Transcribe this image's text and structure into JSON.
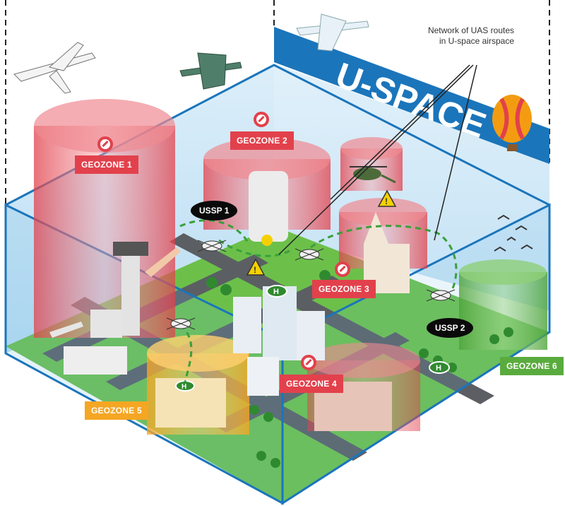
{
  "banner": {
    "text": "U-SPACE"
  },
  "callout": {
    "text": "Network of UAS routes in U-space airspace"
  },
  "geozones": {
    "geozone_1": "GEOZONE 1",
    "geozone_2": "GEOZONE 2",
    "geozone_3": "GEOZONE 3",
    "geozone_4": "GEOZONE 4",
    "geozone_5": "GEOZONE 5",
    "geozone_6": "GEOZONE 6"
  },
  "ussp": {
    "ussp_1": "USSP 1",
    "ussp_2": "USSP 2"
  },
  "icons": {
    "no_entry": "no-entry-icon",
    "warning": "warning-icon",
    "helipad": "helipad-icon",
    "radiation": "radiation-icon",
    "airplane": "airplane-icon",
    "helicopter": "helicopter-icon",
    "balloon": "hot-air-balloon-icon",
    "drone": "drone-icon",
    "bird": "bird-icon"
  },
  "colors": {
    "sky_blue": "#1b75bb",
    "geozone_red": "#e2414c",
    "geozone_orange": "#f5a623",
    "geozone_green": "#5aab3e",
    "route_green": "#3aa03a",
    "ground_green": "#6cc04a",
    "road_gray": "#5b5f63"
  }
}
